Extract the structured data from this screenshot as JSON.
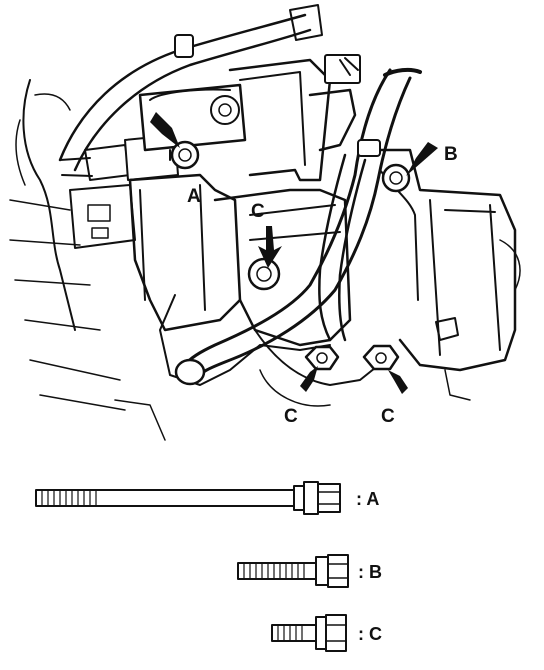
{
  "labels": {
    "a": "A",
    "b": "B",
    "c1": "C",
    "c2": "C",
    "c3": "C"
  },
  "legend": [
    {
      "key": "A",
      "text": ": A"
    },
    {
      "key": "B",
      "text": ": B"
    },
    {
      "key": "C",
      "text": ": C"
    }
  ],
  "colors": {
    "ink": "#111111",
    "paper": "#ffffff"
  }
}
